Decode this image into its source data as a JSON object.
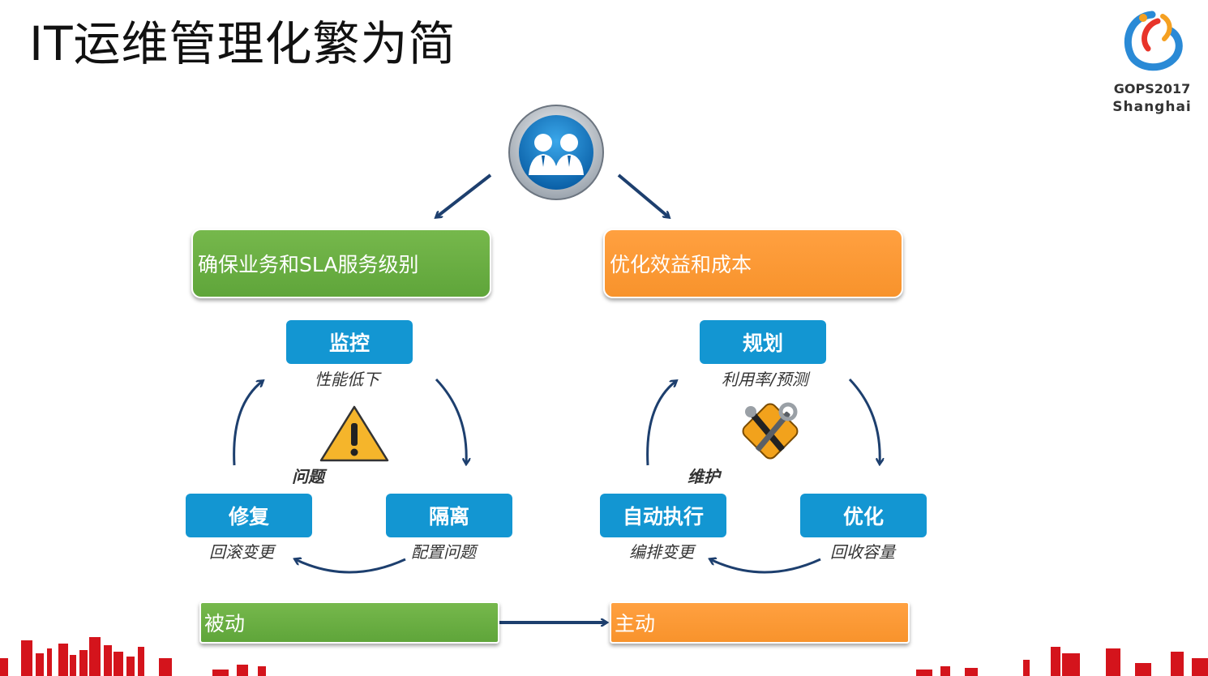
{
  "slide": {
    "title": "IT运维管理化繁为简",
    "logo": {
      "brand": "GOPS2017",
      "city": "Shanghai"
    }
  },
  "goals": {
    "left": "确保业务和SLA服务级别",
    "right": "优化效益和成本"
  },
  "left_cycle": {
    "steps": [
      {
        "label": "监控",
        "sub": "性能低下"
      },
      {
        "label": "隔离",
        "sub": "配置问题"
      },
      {
        "label": "修复",
        "sub": "回滚变更"
      }
    ],
    "center_label": "问题"
  },
  "right_cycle": {
    "steps": [
      {
        "label": "规划",
        "sub": "利用率/预测"
      },
      {
        "label": "优化",
        "sub": "回收容量"
      },
      {
        "label": "自动执行",
        "sub": "编排变更"
      }
    ],
    "center_label": "维护"
  },
  "bottom": {
    "left": "被动",
    "right": "主动"
  },
  "colors": {
    "green": "#6db244",
    "orange": "#f8962f",
    "blue": "#1396d2",
    "arrow": "#1d3f6e",
    "skyline": "#d4141c"
  }
}
